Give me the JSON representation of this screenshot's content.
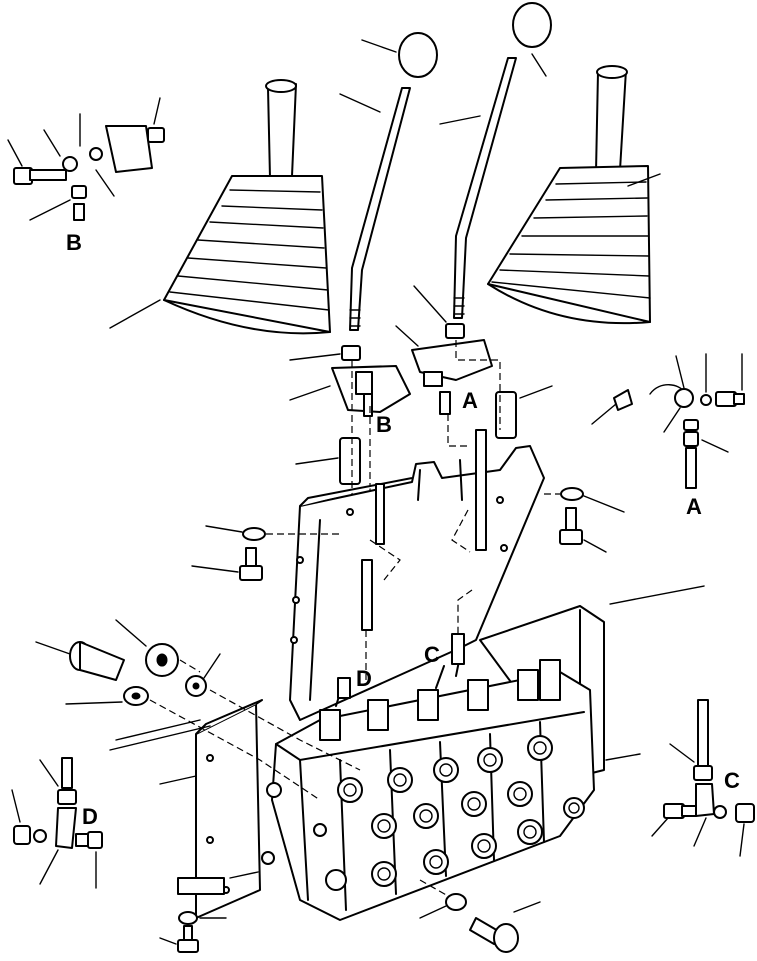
{
  "diagram": {
    "labels": {
      "A_top": "A",
      "B_top": "B",
      "C_mid": "C",
      "D_mid": "D",
      "A_side": "A",
      "B_side": "B",
      "C_side": "C",
      "D_side": "D"
    }
  }
}
